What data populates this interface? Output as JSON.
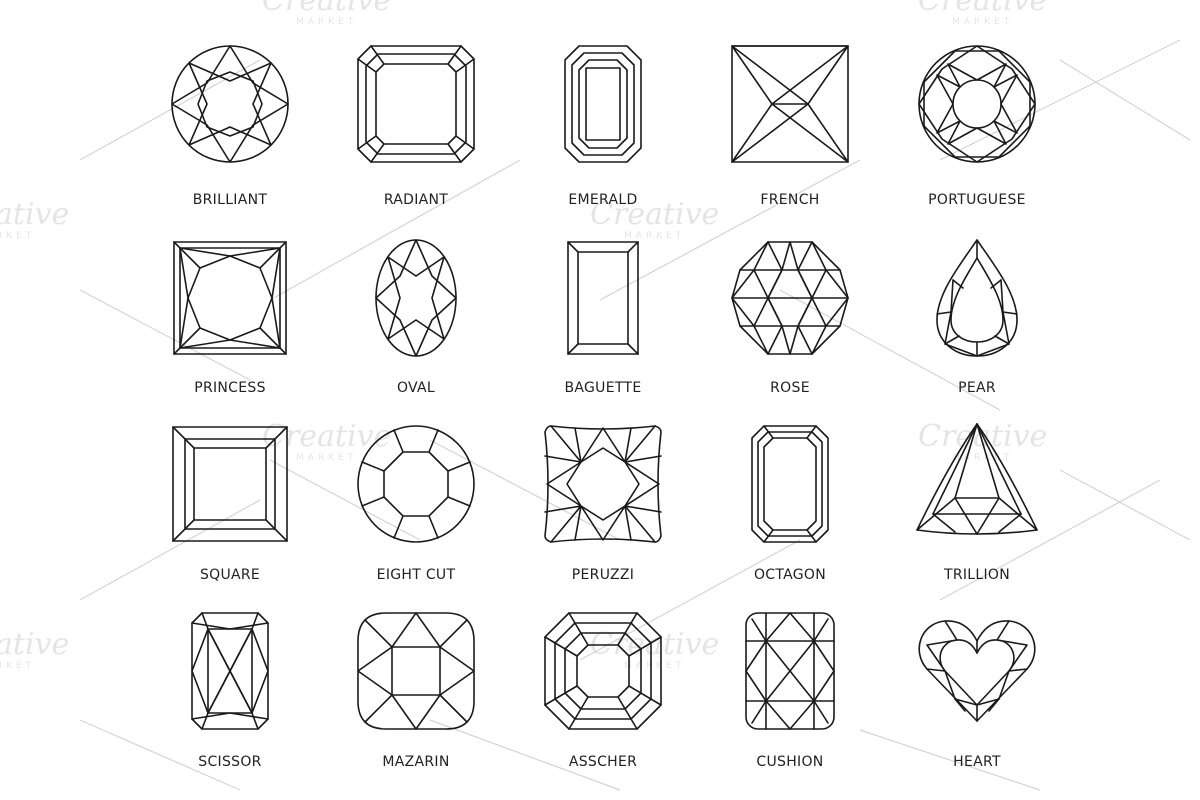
{
  "watermark": {
    "brand": "Creative",
    "sub": "MARKET"
  },
  "gems": [
    {
      "name": "brilliant",
      "label": "BRILLIANT"
    },
    {
      "name": "radiant",
      "label": "RADIANT"
    },
    {
      "name": "emerald",
      "label": "EMERALD"
    },
    {
      "name": "french",
      "label": "FRENCH"
    },
    {
      "name": "portuguese",
      "label": "PORTUGUESE"
    },
    {
      "name": "princess",
      "label": "PRINCESS"
    },
    {
      "name": "oval",
      "label": "OVAL"
    },
    {
      "name": "baguette",
      "label": "BAGUETTE"
    },
    {
      "name": "rose",
      "label": "ROSE"
    },
    {
      "name": "pear",
      "label": "PEAR"
    },
    {
      "name": "square",
      "label": "SQUARE"
    },
    {
      "name": "eight-cut",
      "label": "EIGHT CUT"
    },
    {
      "name": "peruzzi",
      "label": "PERUZZI"
    },
    {
      "name": "octagon",
      "label": "OCTAGON"
    },
    {
      "name": "trillion",
      "label": "TRILLION"
    },
    {
      "name": "scissor",
      "label": "SCISSOR"
    },
    {
      "name": "mazarin",
      "label": "MAZARIN"
    },
    {
      "name": "asscher",
      "label": "ASSCHER"
    },
    {
      "name": "cushion",
      "label": "CUSHION"
    },
    {
      "name": "heart",
      "label": "HEART"
    }
  ]
}
